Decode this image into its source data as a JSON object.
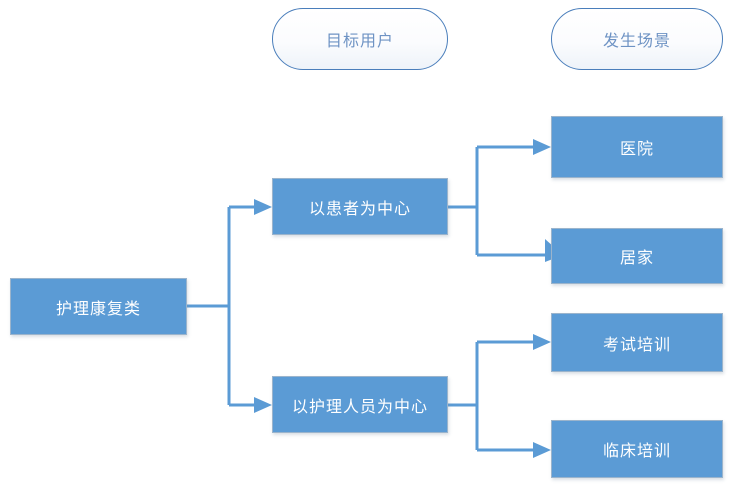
{
  "diagram": {
    "title_present": false,
    "column_headers": [
      {
        "label": "目标用户",
        "name": "header-target-user"
      },
      {
        "label": "发生场景",
        "name": "header-scenario"
      }
    ],
    "root": {
      "label": "护理康复类"
    },
    "branches": [
      {
        "label": "以患者为中心",
        "children": [
          {
            "label": "医院"
          },
          {
            "label": "居家"
          }
        ]
      },
      {
        "label": "以护理人员为中心",
        "children": [
          {
            "label": "考试培训"
          },
          {
            "label": "临床培训"
          }
        ]
      }
    ]
  },
  "colors": {
    "node_fill": "#5B9BD5",
    "node_text": "#FFFFFF",
    "node_border": "#9BB4CC",
    "pill_border": "#4A7EBB",
    "pill_text": "#6E93C4",
    "connector": "#5B9BD5",
    "background": "#FFFFFF"
  }
}
